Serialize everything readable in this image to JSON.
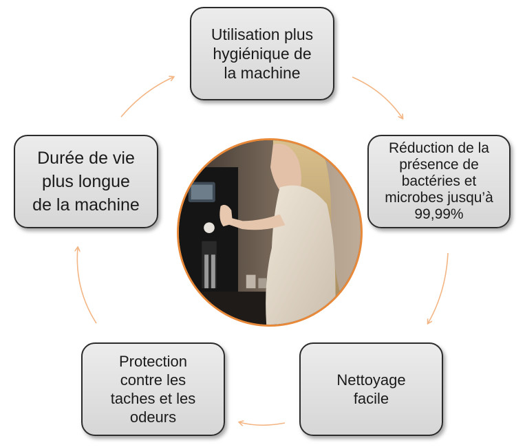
{
  "diagram": {
    "nodes": [
      {
        "id": "top",
        "label": "Utilisation plus\nhygiénique de\nla machine"
      },
      {
        "id": "right",
        "label": "Réduction de la\nprésence de\nbactéries et\nmicrobes jusqu’à\n99,99%"
      },
      {
        "id": "bottom_right",
        "label": "Nettoyage\nfacile"
      },
      {
        "id": "bottom_left",
        "label": "Protection\ncontre les\ntaches et les\nodeurs"
      },
      {
        "id": "left",
        "label": "Durée de vie\nplus longue\nde la machine"
      }
    ],
    "center_image": "woman-using-coffee-machine",
    "colors": {
      "box_fill_top": "#ececec",
      "box_fill_bottom": "#d6d6d6",
      "box_border": "#2b2b2b",
      "arrow": "#f3b583",
      "photo_border": "#e8893a"
    }
  }
}
